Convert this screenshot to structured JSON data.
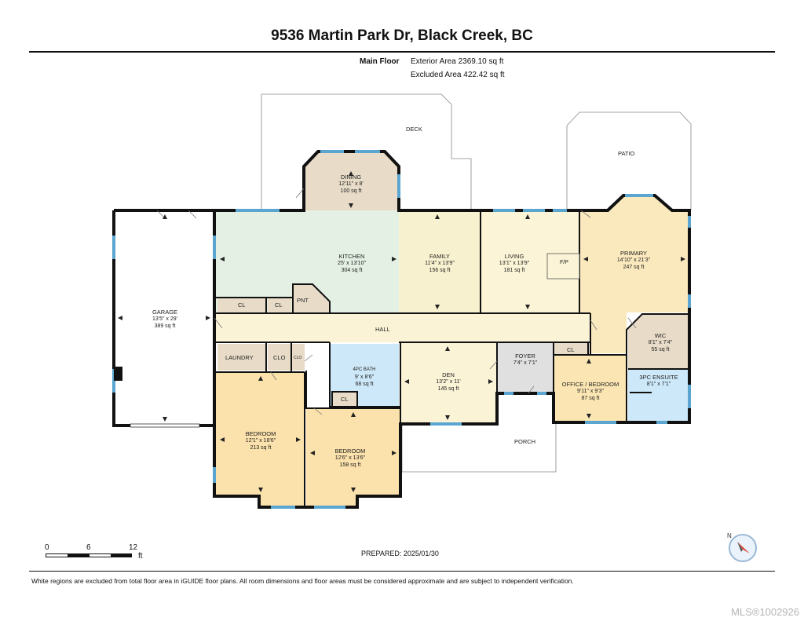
{
  "header": {
    "title": "9536 Martin Park Dr, Black Creek, BC",
    "floor_label": "Main Floor",
    "exterior_area": "Exterior Area 2369.10 sq ft",
    "excluded_area": "Excluded Area 422.42 sq ft"
  },
  "exterior": {
    "deck": "DECK",
    "patio": "PATIO",
    "porch": "PORCH"
  },
  "rooms": {
    "dining": {
      "name": "DINING",
      "dims": "12'11\" x 8'",
      "area": "100 sq ft"
    },
    "kitchen": {
      "name": "KITCHEN",
      "dims": "25' x 13'10\"",
      "area": "304 sq ft"
    },
    "family": {
      "name": "FAMILY",
      "dims": "11'4\" x 13'9\"",
      "area": "156 sq ft"
    },
    "living": {
      "name": "LIVING",
      "dims": "13'1\" x 13'9\"",
      "area": "181 sq ft"
    },
    "primary": {
      "name": "PRIMARY",
      "dims": "14'10\" x 21'3\"",
      "area": "247 sq ft"
    },
    "garage": {
      "name": "GARAGE",
      "dims": "13'5\" x 29'",
      "area": "389 sq ft"
    },
    "wic": {
      "name": "WIC",
      "dims": "8'1\" x 7'4\"",
      "area": "55 sq ft"
    },
    "den": {
      "name": "DEN",
      "dims": "13'2\" x 11'",
      "area": "145 sq ft"
    },
    "foyer": {
      "name": "FOYER",
      "dims": "7'4\" x 7'1\""
    },
    "bath4": {
      "name": "4PC BATH",
      "dims": "9' x 8'6\"",
      "area": "68 sq ft"
    },
    "office": {
      "name": "OFFICE / BEDROOM",
      "dims": "9'11\" x 9'3\"",
      "area": "87 sq ft"
    },
    "ensuite": {
      "name": "3PC ENSUITE",
      "dims": "8'1\" x 7'1\""
    },
    "bedroom1": {
      "name": "BEDROOM",
      "dims": "12'1\" x 18'6\"",
      "area": "213 sq ft"
    },
    "bedroom2": {
      "name": "BEDROOM",
      "dims": "12'6\" x 13'6\"",
      "area": "158 sq ft"
    }
  },
  "small_labels": {
    "hall": "HALL",
    "laundry": "LAUNDRY",
    "cl": "CL",
    "clo": "CLO",
    "pnt": "PNT",
    "fp": "F/P"
  },
  "scale": {
    "t0": "0",
    "t1": "6",
    "t2": "12",
    "unit": "ft"
  },
  "compass": {
    "label": "N"
  },
  "prepared": "PREPARED:  2025/01/30",
  "footnote": "White regions are excluded from total floor area in iGUIDE floor plans. All room dimensions and floor areas must be considered approximate and are subject to independent verification.",
  "watermark": "MLS®1002926",
  "colors": {
    "dining": "#e8dcc8",
    "kitchen": "#e3f0e3",
    "family": "#f8f1cf",
    "living": "#fbf4d6",
    "primary": "#fbe9be",
    "hall": "#fbf3d6",
    "den": "#fbf3d6",
    "bath": "#cde8f8",
    "wic": "#e8dcc8",
    "office": "#fbe6b3",
    "bedroom": "#fbe1ab",
    "foyer": "#e0e0e0",
    "closet": "#e8dcc8",
    "window": "#5aa6d0",
    "wall": "#111111"
  }
}
